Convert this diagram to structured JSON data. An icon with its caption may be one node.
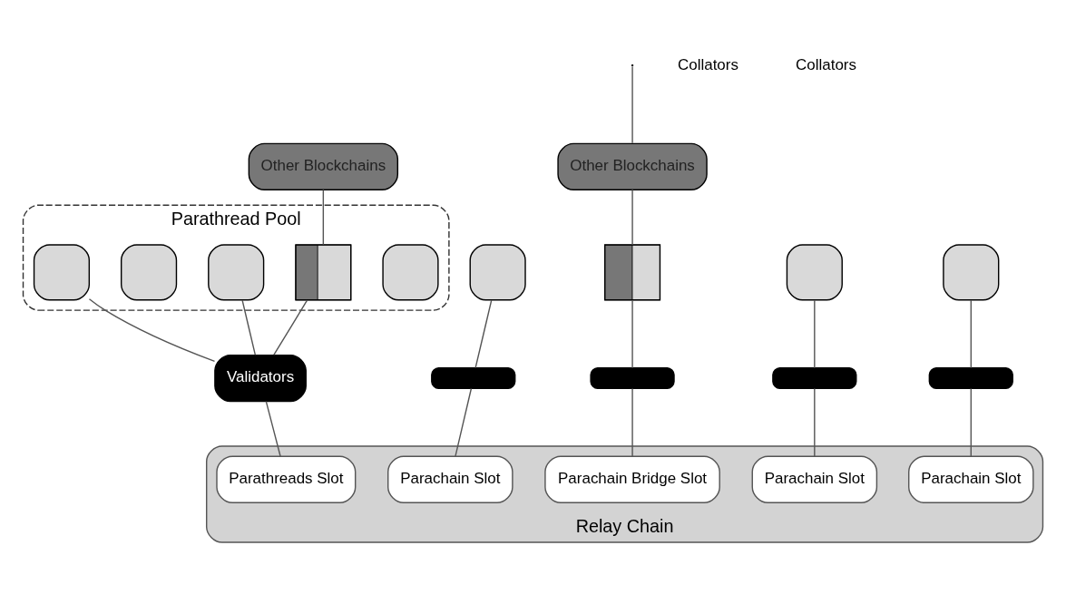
{
  "diagram": {
    "nodes": [
      {
        "text": [
          "Relay Chain"
        ]
      },
      {
        "text": [
          "Parathreads Slot"
        ],
        "in": 0
      },
      {
        "text": [
          "Parachain Slot"
        ],
        "in": 0
      },
      {
        "text": [
          "Parachain Bridge Slot"
        ],
        "in": 0
      },
      {
        "text": [
          "Parachain Slot"
        ],
        "in": 0
      },
      {
        "text": [
          "Parachain Slot"
        ],
        "in": 0
      },
      {
        "text": [
          "Other Blockchains"
        ]
      },
      {
        "text": [
          "Parathread Pool"
        ]
      },
      {
        "text": [],
        "shape": "box",
        "in": 7
      },
      {
        "text": [],
        "shape": "box",
        "in": 7
      },
      {
        "text": [],
        "shape": "box",
        "in": 7
      },
      {
        "text": [],
        "shape": "box",
        "in": 7
      },
      {
        "text": [],
        "shape": "box",
        "in": 7
      },
      {
        "text": [
          "Validators"
        ]
      },
      {
        "text": [
          "Other Blockchains"
        ]
      },
      {
        "text": [],
        "shape": "box"
      },
      {
        "text": [],
        "shape": "bar"
      },
      {
        "text": [],
        "shape": "box"
      },
      {
        "text": [],
        "shape": "bar"
      },
      {
        "text": [],
        "shape": "box"
      },
      {
        "text": [],
        "shape": "bar"
      },
      {
        "text": [],
        "shape": "box"
      },
      {
        "text": [],
        "shape": "bar"
      }
    ],
    "edges": [
      {
        "from": 6,
        "to": 11,
        "arrow": "none"
      },
      {
        "from": 8,
        "to": 13,
        "arrow": "none"
      },
      {
        "from": 10,
        "to": 13,
        "arrow": "none"
      },
      {
        "from": 11,
        "to": 13,
        "arrow": "none"
      },
      {
        "from": 13,
        "to": 1,
        "arrow": "none"
      },
      {
        "from": null,
        "to": 14,
        "arrow": "none"
      },
      {
        "from": 14,
        "to": 17,
        "arrow": "none"
      },
      {
        "from": 15,
        "to": 16,
        "arrow": "none"
      },
      {
        "from": 16,
        "to": 2,
        "arrow": "none"
      },
      {
        "from": 17,
        "to": 18,
        "arrow": "none"
      },
      {
        "from": 18,
        "to": 3,
        "arrow": "none"
      },
      {
        "from": 19,
        "to": 20,
        "arrow": "none"
      },
      {
        "from": 20,
        "to": 4,
        "arrow": "none"
      },
      {
        "from": 21,
        "to": 22,
        "arrow": "none"
      },
      {
        "from": 22,
        "to": 5,
        "arrow": "none"
      }
    ],
    "labels": [
      "Collators",
      "Collators"
    ]
  }
}
